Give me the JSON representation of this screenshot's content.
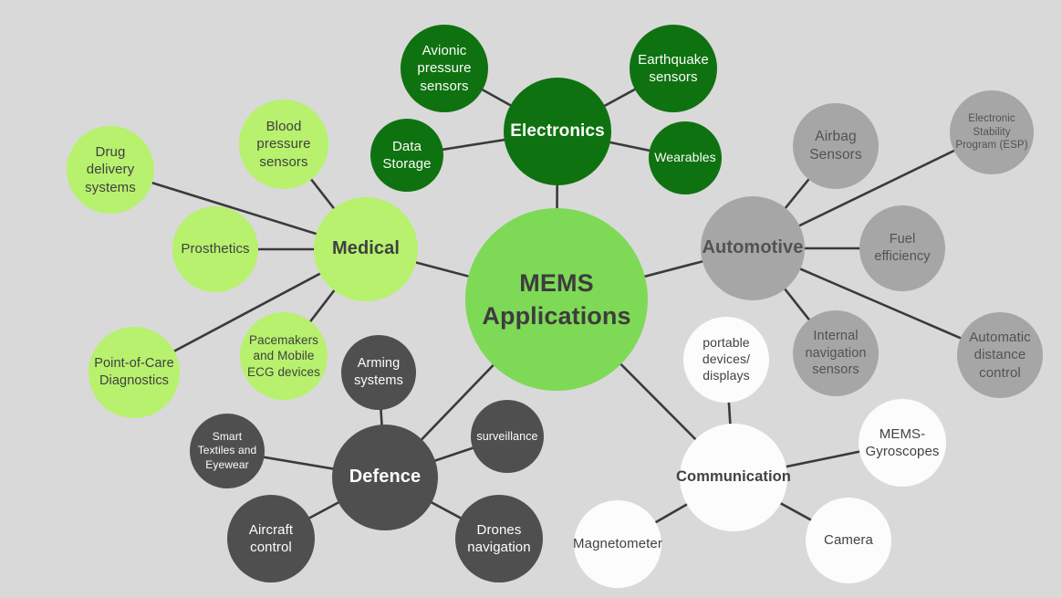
{
  "diagram": {
    "title": "MEMS Applications",
    "background_color": "#d9d9d9",
    "edge_color": "#3a3a3a",
    "center": {
      "label": "MEMS Applications",
      "color": "#7ed957",
      "text_color": "#3d3d3d"
    },
    "branches": [
      {
        "label": "Electronics",
        "color": "#0f7210",
        "text_color": "#ffffff",
        "children": [
          {
            "label": "Avionic pressure sensors"
          },
          {
            "label": "Earthquake sensors"
          },
          {
            "label": "Data Storage"
          },
          {
            "label": "Wearables"
          }
        ]
      },
      {
        "label": "Medical",
        "color": "#b7f16e",
        "text_color": "#404040",
        "children": [
          {
            "label": "Blood pressure sensors"
          },
          {
            "label": "Drug delivery systems"
          },
          {
            "label": "Prosthetics"
          },
          {
            "label": "Point-of-Care Diagnostics"
          },
          {
            "label": "Pacemakers and Mobile ECG devices"
          }
        ]
      },
      {
        "label": "Automotive",
        "color": "#a6a6a6",
        "text_color": "#4d4d4d",
        "children": [
          {
            "label": "Airbag Sensors"
          },
          {
            "label": "Electronic Stability Program (ESP)"
          },
          {
            "label": "Fuel efficiency"
          },
          {
            "label": "Internal navigation sensors"
          },
          {
            "label": "Automatic distance control"
          }
        ]
      },
      {
        "label": "Defence",
        "color": "#4f4f4f",
        "text_color": "#ffffff",
        "children": [
          {
            "label": "Arming systems"
          },
          {
            "label": "Smart Textiles and Eyewear"
          },
          {
            "label": "surveillance"
          },
          {
            "label": "Aircraft control"
          },
          {
            "label": "Drones navigation"
          }
        ]
      },
      {
        "label": "Communication",
        "color": "#fcfcfc",
        "text_color": "#3d3d3d",
        "children": [
          {
            "label": "portable devices/ displays"
          },
          {
            "label": "MEMS-Gyroscopes"
          },
          {
            "label": "Magnetometer"
          },
          {
            "label": "Camera"
          }
        ]
      }
    ]
  }
}
